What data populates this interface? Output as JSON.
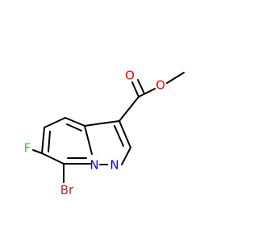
{
  "molecule": {
    "atoms": [
      {
        "symbol": "O",
        "color": "#ff0000"
      },
      {
        "symbol": "O",
        "color": "#ff0000"
      },
      {
        "symbol": "N",
        "color": "#0000ff"
      },
      {
        "symbol": "N",
        "color": "#0000ff"
      },
      {
        "symbol": "F",
        "color": "#33cc33"
      },
      {
        "symbol": "Br",
        "color": "#a52a2a"
      }
    ]
  }
}
